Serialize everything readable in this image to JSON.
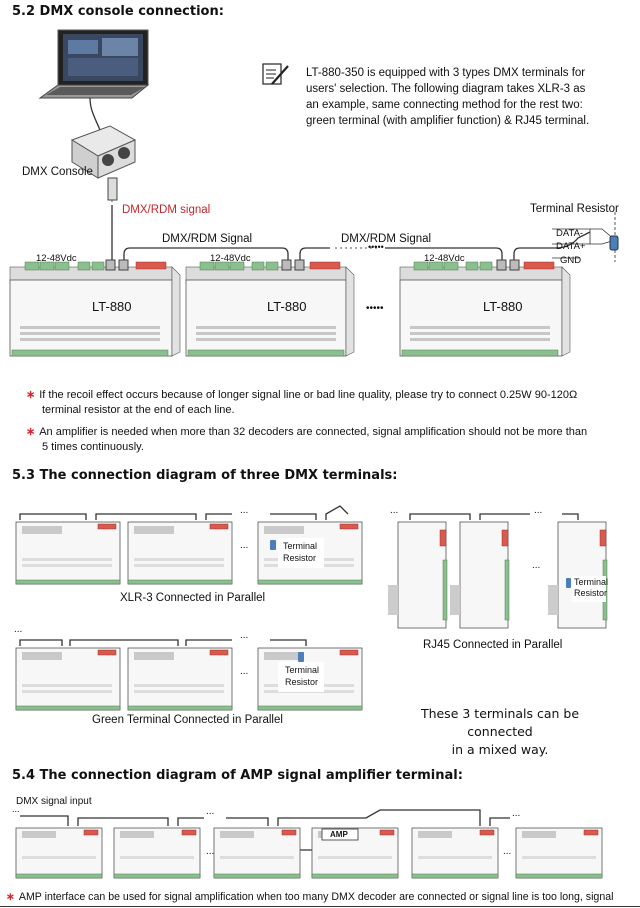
{
  "sec52": {
    "title": "5.2 DMX console connection:",
    "console_label": "DMX Console",
    "signal_label": "DMX/RDM signal",
    "bus_label_1": "DMX/RDM Signal",
    "bus_label_2": "DMX/RDM Signal",
    "voltage": "12-48Vdc",
    "model": "LT-880",
    "dots": "•••••",
    "terminal_resistor": "Terminal Resistor",
    "data_minus": "DATA-",
    "data_plus": "DATA+",
    "gnd": "GND",
    "info_lines": [
      "LT-880-350 is equipped with 3 types DMX terminals for",
      "users' selection. The following diagram takes XLR-3 as",
      "an example, same connecting method for the rest two:",
      "green terminal (with amplifier function) & RJ45 terminal."
    ],
    "note1_line1": "If the recoil effect occurs because of longer signal line or bad line quality, please try to connect 0.25W 90-120Ω",
    "note1_line2": "terminal resistor at the end of each line.",
    "note2_line1": "An amplifier is needed when more than 32 decoders are connected, signal amplification should not be more than",
    "note2_line2": "5 times continuously.",
    "star": "∗"
  },
  "sec53": {
    "title": "5.3 The connection diagram of three DMX terminals:",
    "xlr_caption": "XLR-3 Connected in Parallel",
    "green_caption": "Green Terminal Connected in Parallel",
    "rj45_caption": "RJ45 Connected in Parallel",
    "terminal": "Terminal",
    "resistor": "Resistor",
    "mixed_line1": "These 3 terminals can be connected",
    "mixed_line2": "in a mixed way.",
    "ellipsis": "..."
  },
  "sec54": {
    "title": "5.4 The connection diagram of AMP signal amplifier terminal:",
    "input_label": "DMX signal input",
    "amp": "AMP",
    "ellipsis": "...",
    "note": "AMP interface can be used for signal amplification when too many DMX decoder are connected or signal line is too long, signal"
  },
  "icons": [
    "laptop-icon",
    "dmx-console-icon",
    "note-pencil-icon",
    "resistor-icon"
  ]
}
